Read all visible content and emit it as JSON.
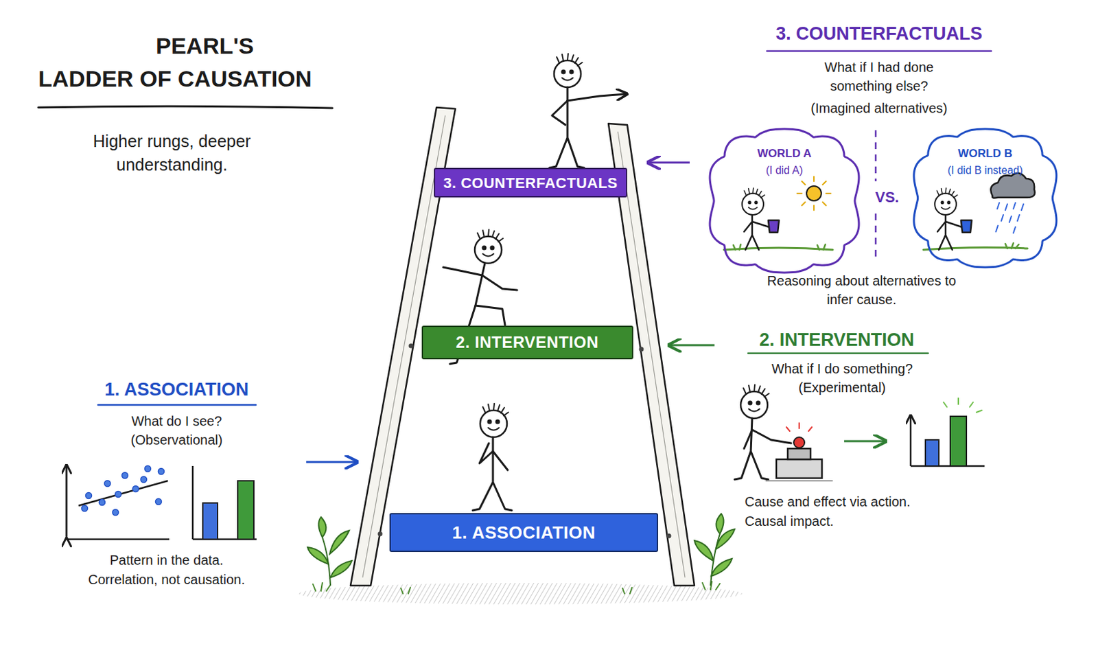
{
  "diagram": {
    "title": "PEARL'S LADDER OF CAUSATION",
    "nodes": [
      {
        "text": [
          "3. COUNTERFACTUALS"
        ]
      },
      {
        "text": [
          "2. INTERVENTION"
        ]
      },
      {
        "text": [
          "1. ASSOCIATION"
        ]
      },
      {
        "text": [
          "WORLD A",
          "(I did A)"
        ]
      },
      {
        "text": [
          "WORLD B",
          "(I did B instead)"
        ]
      }
    ],
    "labels": [
      "Higher rungs, deeper understanding.",
      "3. COUNTERFACTUALS",
      "What if I had done something else?",
      "(Imagined alternatives)",
      "VS.",
      "Reasoning about alternatives to infer cause.",
      "2. INTERVENTION",
      "What if I do something?",
      "(Experimental)",
      "Cause and effect via action.",
      "Causal impact.",
      "1. ASSOCIATION",
      "What do I see?",
      "(Observational)",
      "Pattern in the data.",
      "Correlation, not causation."
    ]
  }
}
